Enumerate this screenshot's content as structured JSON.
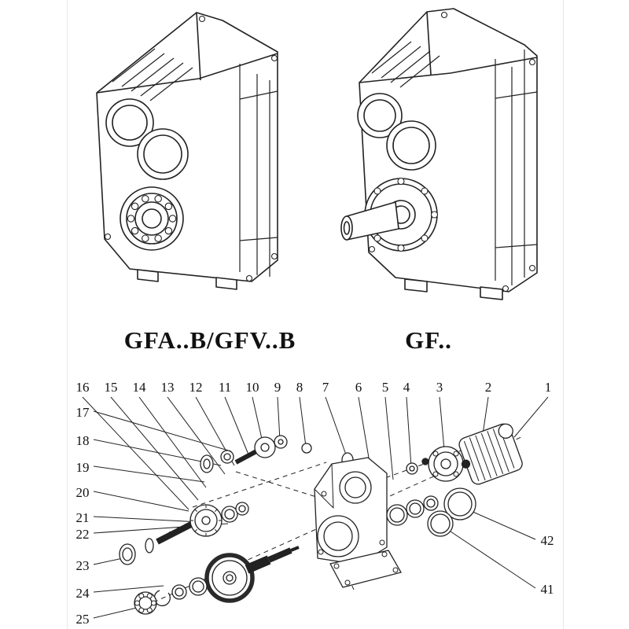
{
  "figures": {
    "left": {
      "caption": "GFA..B/GFV..B"
    },
    "right": {
      "caption": "GF.."
    }
  },
  "exploded": {
    "callouts_top": [
      "16",
      "15",
      "14",
      "13",
      "12",
      "11",
      "10",
      "9",
      "8",
      "7",
      "6",
      "5",
      "4",
      "3",
      "2",
      "1"
    ],
    "callouts_left": [
      "17",
      "18",
      "19",
      "20",
      "21",
      "22",
      "23",
      "24",
      "25"
    ],
    "callouts_right": [
      "42",
      "41"
    ]
  },
  "colors": {
    "line": "#1f1f1f",
    "background": "#ffffff"
  }
}
